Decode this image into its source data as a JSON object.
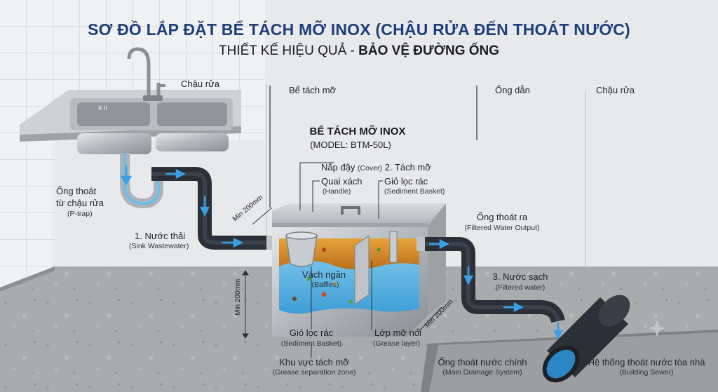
{
  "title": "SƠ ĐỒ LẮP ĐẶT BỂ TÁCH MỠ INOX (CHẬU RỬA ĐẾN THOÁT NƯỚC)",
  "subtitle_prefix": "THIẾT KẾ HIỆU QUẢ - ",
  "subtitle_bold": "BẢO VỆ ĐƯỜNG ỐNG",
  "sections": {
    "sink": "Chậu rửa",
    "trap": "Bể tách mỡ",
    "pipe": "Ống dẫn",
    "sink_right": "Chậu rửa"
  },
  "sink_label": "II·II",
  "tank": {
    "name": "BỂ TÁCH MỠ INOX",
    "model": "(MODEL: BTM-50L)"
  },
  "labels": {
    "ptrap": {
      "vi1": "Ống thoát",
      "vi2": "từ chậu rửa",
      "en": "(P-trap)"
    },
    "wastewater": {
      "vi": "1. Nước thải",
      "en": "(Sink Wastewater)"
    },
    "cover": {
      "vi": "Nắp đậy",
      "en": "(Cover)",
      "extra": "2. Tách mỡ"
    },
    "handle": {
      "vi": "Quai xách",
      "en": "(Handle)"
    },
    "basket_top": {
      "vi": "Giỏ lọc rác",
      "en": "(Sediment Basket)"
    },
    "outlet": {
      "vi": "Ống thoát ra",
      "en": "(Filtered Water Output)"
    },
    "baffles": {
      "vi": "Vách ngăn",
      "en": "(Baffles)"
    },
    "clean": {
      "vi": "3. Nước sạch",
      "en": "(Filtered water)"
    },
    "basket_bottom": {
      "vi": "Giỏ lọc rác",
      "en": "(Sediment Basket)"
    },
    "grease": {
      "vi": "Lớp mỡ nổi",
      "en": "(Grease layer)"
    },
    "zone": {
      "vi": "Khu vực tách mỡ",
      "en": "(Grease separation zone)"
    },
    "main_drain": {
      "vi": "Ống thoát nước chính",
      "en": "(Main Drainage System)"
    },
    "building": {
      "vi": "Hệ thống thoát nước tòa nhà",
      "en": "(Building Sewer)"
    }
  },
  "dims": {
    "top": "Min 200mm",
    "left": "Min 200mm",
    "right": "Min 200mm"
  },
  "colors": {
    "title": "#1e3f7c",
    "pipe": "#2b3038",
    "arrow": "#3aa0e6",
    "water": "#6cc0ea",
    "grease": "#d9902a",
    "floor": "#a7a9ab",
    "wall": "#e6e7e9"
  }
}
